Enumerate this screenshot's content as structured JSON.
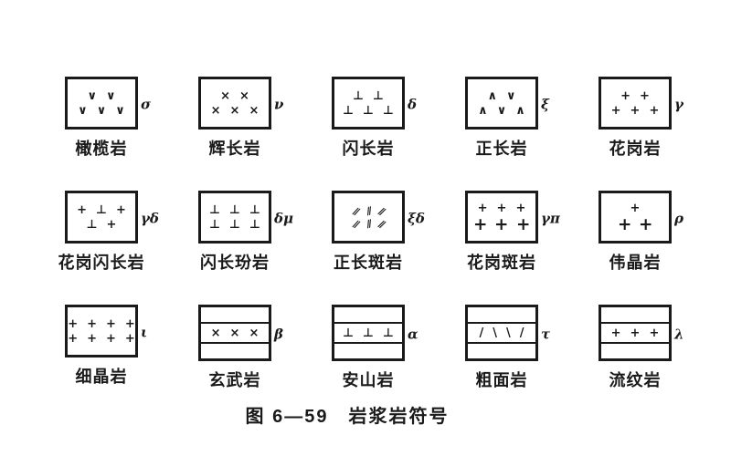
{
  "colors": {
    "ink": "#1a1a1a",
    "paper": "#ffffff"
  },
  "figure": {
    "caption": "图 6—59　岩浆岩符号"
  },
  "rocks": [
    {
      "label": "橄榄岩",
      "symbol": "σ",
      "box": "plain",
      "rows": [
        [
          "∨",
          "∨"
        ],
        [
          "∨",
          "∨",
          "∨"
        ]
      ]
    },
    {
      "label": "辉长岩",
      "symbol": "ν",
      "box": "plain",
      "rows": [
        [
          "×",
          "×"
        ],
        [
          "×",
          "×",
          "×"
        ]
      ]
    },
    {
      "label": "闪长岩",
      "symbol": "δ",
      "box": "plain",
      "rows": [
        [
          "⊥",
          "⊥"
        ],
        [
          "⊥",
          "⊥",
          "⊥"
        ]
      ]
    },
    {
      "label": "正长岩",
      "symbol": "ξ",
      "box": "plain",
      "rows": [
        [
          "∧",
          "∨"
        ],
        [
          "∧",
          "∨",
          "∧"
        ]
      ]
    },
    {
      "label": "花岗岩",
      "symbol": "γ",
      "box": "plain",
      "rows": [
        [
          "+",
          "+"
        ],
        [
          "+",
          "+",
          "+"
        ]
      ]
    },
    {
      "label": "花岗闪长岩",
      "symbol": "γδ",
      "box": "plain",
      "rows": [
        [
          "+",
          "⊥",
          "+"
        ],
        [
          "⊥",
          "+"
        ]
      ]
    },
    {
      "label": "闪长玢岩",
      "symbol": "δμ",
      "box": "plain",
      "rows": [
        [
          "⊥",
          "⊥",
          "⊥"
        ],
        [
          "⊥",
          "⊥",
          "⊥"
        ]
      ]
    },
    {
      "label": "正长斑岩",
      "symbol": "ξδ",
      "box": "plain",
      "glyph_class": "g-dslash",
      "rows": [
        [
          "//",
          "//",
          "//"
        ],
        [
          "//",
          "//",
          "//"
        ]
      ]
    },
    {
      "label": "花岗斑岩",
      "symbol": "γπ",
      "box": "plain",
      "bold_rows": [
        1
      ],
      "rows": [
        [
          "+",
          "+",
          "+"
        ],
        [
          "+",
          "+",
          "+"
        ]
      ]
    },
    {
      "label": "伟晶岩",
      "symbol": "ρ",
      "box": "plain",
      "bold_rows": [
        1
      ],
      "rows": [
        [
          "+"
        ],
        [
          "+",
          "+"
        ]
      ]
    },
    {
      "label": "细晶岩",
      "symbol": "ι",
      "box": "plain",
      "rows": [
        [
          "+",
          "+",
          "+",
          "+"
        ],
        [
          "+",
          "+",
          "+",
          "+"
        ]
      ]
    },
    {
      "label": "玄武岩",
      "symbol": "β",
      "box": "banded",
      "rows": [
        [
          "×",
          "×",
          "×"
        ]
      ]
    },
    {
      "label": "安山岩",
      "symbol": "α",
      "box": "banded",
      "rows": [
        [
          "⊥",
          "⊥",
          "⊥"
        ]
      ]
    },
    {
      "label": "粗面岩",
      "symbol": "τ",
      "box": "banded",
      "glyph_class": "g-slash",
      "rows": [
        [
          "/",
          "\\",
          "\\",
          "/"
        ]
      ]
    },
    {
      "label": "流纹岩",
      "symbol": "λ",
      "box": "banded",
      "rows": [
        [
          "+",
          "+",
          "+"
        ]
      ]
    }
  ]
}
